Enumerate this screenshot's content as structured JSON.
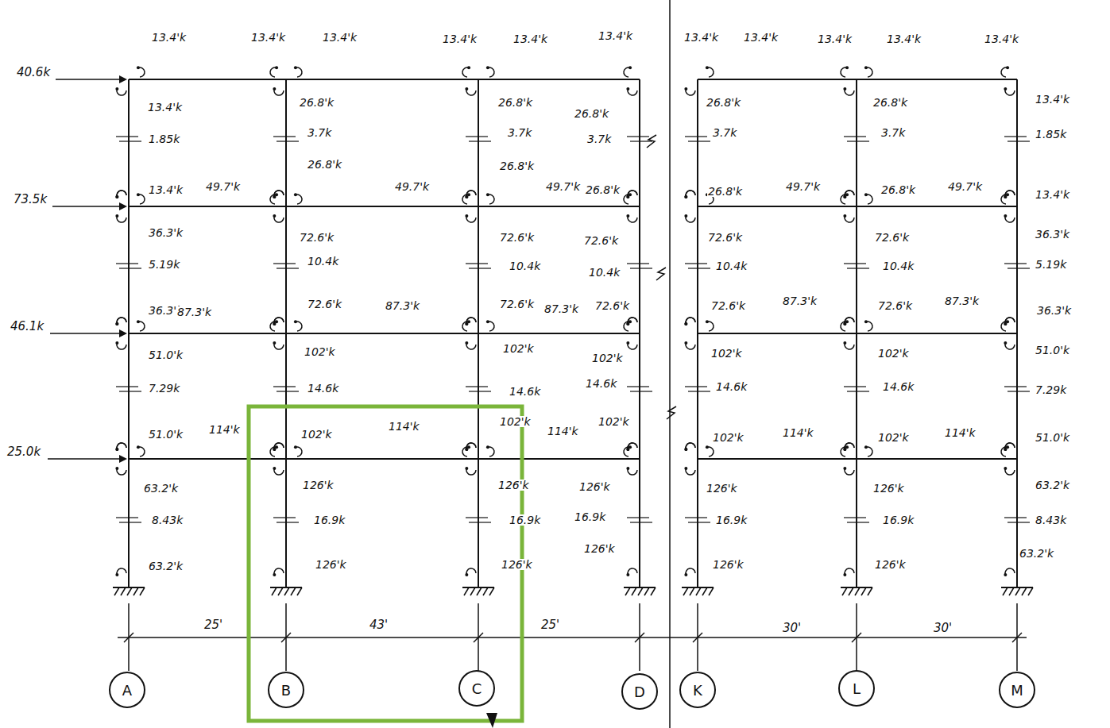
{
  "diagram": {
    "nodes": [
      {
        "text": [
          "A"
        ]
      },
      {
        "text": [
          "B"
        ]
      },
      {
        "text": [
          "C"
        ]
      },
      {
        "text": [
          "D"
        ]
      },
      {
        "text": [
          "K"
        ]
      },
      {
        "text": [
          "L"
        ]
      },
      {
        "text": [
          "M"
        ]
      }
    ],
    "labels": [
      "40.6k",
      "73.5k",
      "46.1k",
      "25.0k",
      "13.4'k",
      "13.4'k",
      "13.4'k",
      "13.4'k",
      "13.4'k",
      "13.4'k",
      "13.4'k",
      "13.4'k",
      "13.4'k",
      "13.4'k",
      "13.4'k",
      "13.4'k",
      "1.85k",
      "26.8'k",
      "3.7k",
      "26.8'k",
      "3.7k",
      "26.8'k",
      "3.7k",
      "26.8'k",
      "3.7k",
      "26.8'k",
      "3.7k",
      "13.4'k",
      "1.85k",
      "13.4'k",
      "26.8'k",
      "26.8'k",
      "26.8'k",
      "26.8'k",
      "26.8'k",
      "13.4'k",
      "49.7'k",
      "49.7'k",
      "49.7'k",
      "49.7'k",
      "49.7'k",
      "36.3'k",
      "5.19k",
      "72.6'k",
      "10.4k",
      "72.6'k",
      "10.4k",
      "72.6'k",
      "10.4k",
      "72.6'k",
      "10.4k",
      "72.6'k",
      "10.4k",
      "36.3'k",
      "5.19k",
      "36.3'k",
      "72.6'k",
      "72.6'k",
      "72.6'k",
      "72.6'k",
      "72.6'k",
      "36.3'k",
      "87.3'k",
      "87.3'k",
      "87.3'k",
      "87.3'k",
      "87.3'k",
      "51.0'k",
      "7.29k",
      "102'k",
      "14.6k",
      "102'k",
      "14.6k",
      "102'k",
      "14.6k",
      "102'k",
      "14.6k",
      "102'k",
      "14.6k",
      "51.0'k",
      "7.29k",
      "51.0'k",
      "102'k",
      "102'k",
      "102'k",
      "102'k",
      "102'k",
      "51.0'k",
      "114'k",
      "114'k",
      "114'k",
      "114'k",
      "114'k",
      "63.2'k",
      "8.43k",
      "126'k",
      "16.9k",
      "126'k",
      "16.9k",
      "126'k",
      "16.9k",
      "126'k",
      "16.9k",
      "126'k",
      "16.9k",
      "63.2'k",
      "8.43k",
      "63.2'k",
      "126'k",
      "126'k",
      "126'k",
      "126'k",
      "126'k",
      "63.2'k",
      "25'",
      "43'",
      "25'",
      "30'",
      "30'"
    ]
  }
}
